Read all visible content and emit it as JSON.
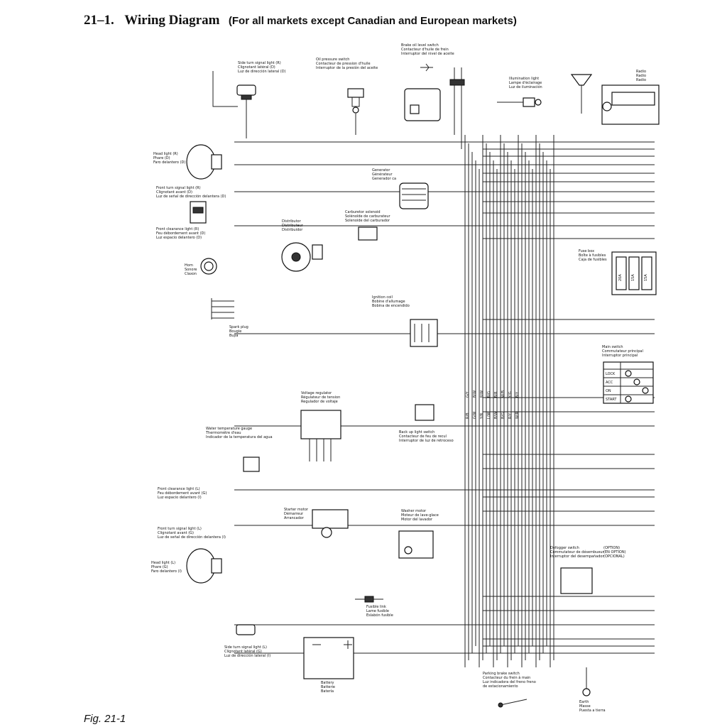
{
  "header": {
    "number": "21–1.",
    "title": "Wiring Diagram",
    "subtitle": "(For all markets except Canadian and European markets)"
  },
  "caption": "Fig. 21-1",
  "components": {
    "side_turn_r": [
      "Side turn signal light (R)",
      "Clignotant latéral (D)",
      "Luz de dirección lateral (D)"
    ],
    "oil_pressure": [
      "Oil pressure switch",
      "Contacteur de pression d'huile",
      "Interruptor de la presión del aceite"
    ],
    "brake_oil": [
      "Brake oil level switch",
      "Contacteur d'huile de frein",
      "Interruptor del nivel de aceite"
    ],
    "illumination": [
      "Illumination light",
      "Lampe d'éclairage",
      "Luz de iluminación"
    ],
    "radio": [
      "Radio",
      "Radio",
      "Radio"
    ],
    "head_r": [
      "Head light (R)",
      "Phare (D)",
      "Faro delantero (D)"
    ],
    "generator": [
      "Generator",
      "Générateur",
      "Generador ca"
    ],
    "front_turn_r": [
      "Front turn signal light (R)",
      "Clignotant avant (D)",
      "Luz de señal de dirección delantera (D)"
    ],
    "carb_solenoid": [
      "Carburetor solenoid",
      "Solénoïde de carburateur",
      "Solenoide del carburador"
    ],
    "distributor": [
      "Distributor",
      "Distributeur",
      "Distribuidor"
    ],
    "front_clear_r": [
      "Front clearance light (R)",
      "Feu débordement avant (D)",
      "Luz espacio delantero (D)"
    ],
    "fuse_box": [
      "Fuse box",
      "Boîte à fusibles",
      "Caja de fusibles"
    ],
    "horn": [
      "Horn",
      "Sonore",
      "Claxon"
    ],
    "ignition_coil": [
      "Ignition coil",
      "Bobine d'allumage",
      "Bobina de encendido"
    ],
    "spark_plug": [
      "Spark plug",
      "Bougie",
      "Bujía"
    ],
    "main_switch": [
      "Main switch",
      "Commutateur principal",
      "Interruptor principal"
    ],
    "voltage_reg": [
      "Voltage regulator",
      "Régulateur de tension",
      "Regulador de voltaje"
    ],
    "backup_switch": [
      "Back up light switch",
      "Contacteur de feu de recul",
      "Interruptor de luz de retroceso"
    ],
    "water_temp": [
      "Water temperature gauge",
      "Thermomètre d'eau",
      "Indicador de la temperatura del agua"
    ],
    "front_clear_l": [
      "Front clearance light (L)",
      "Feu débordement avant (G)",
      "Luz espacio delantero (I)"
    ],
    "starter": [
      "Starter motor",
      "Démarreur",
      "Arrancador"
    ],
    "washer": [
      "Washer motor",
      "Moteur de lave-glace",
      "Motor del lavador"
    ],
    "front_turn_l": [
      "Front turn signal light (L)",
      "Clignotant avant (G)",
      "Luz de señal de dirección delantera (I)"
    ],
    "defogger": [
      "Defogger switch",
      "Commutateur de désembueur",
      "Interruptor del desempañador"
    ],
    "defogger_opt": [
      "(OPTION)",
      "(EN OPTION)",
      "(OPCIONAL)"
    ],
    "head_l": [
      "Head light (L)",
      "Phare (G)",
      "Faro delantero (I)"
    ],
    "fusible_link": [
      "Fusible link",
      "Lame fusible",
      "Eslabón fusible"
    ],
    "side_turn_l": [
      "Side turn signal light (L)",
      "Clignotant latéral (G)",
      "Luz de dirección lateral (I)"
    ],
    "battery": [
      "Battery",
      "Batterie",
      "Batería"
    ],
    "parking_brake": [
      "Parking brake switch",
      "Contacteur du frein à main",
      "Luz indicadora del freno freno",
      "de estacionamiento"
    ],
    "earth": [
      "Earth",
      "Masse",
      "Puesta a tierra"
    ]
  },
  "main_switch_positions": [
    "LOCK",
    "ACC",
    "ON",
    "START"
  ],
  "fuse_ratings": [
    "20A",
    "15A",
    "15A"
  ],
  "wire_codes": [
    "G/Y",
    "B/W",
    "R/W",
    "R/G",
    "B/R",
    "W/B",
    "Y/G",
    "B/Y",
    "R/B",
    "G/W",
    "Y/R",
    "L/W",
    "B/W",
    "B/G",
    "R/Y",
    "W/R"
  ]
}
